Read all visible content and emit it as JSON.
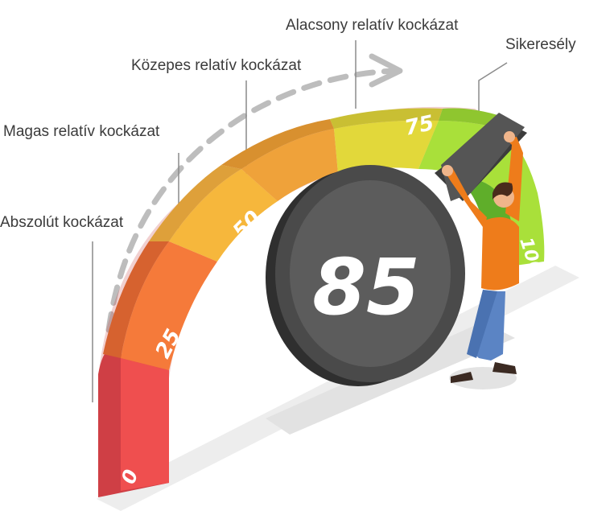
{
  "labels": {
    "absolute": "Abszolút kockázat",
    "high": "Magas relatív kockázat",
    "medium": "Közepes relatív kockázat",
    "low": "Alacsony relatív kockázat",
    "success": "Sikeresély"
  },
  "gauge": {
    "value": "85",
    "ticks": [
      "0",
      "25",
      "50",
      "75",
      "100"
    ],
    "segment_colors": [
      "#ef4f4f",
      "#f57a3a",
      "#f6b73c",
      "#e2d83a",
      "#a9e03a",
      "#7cc92d"
    ]
  }
}
